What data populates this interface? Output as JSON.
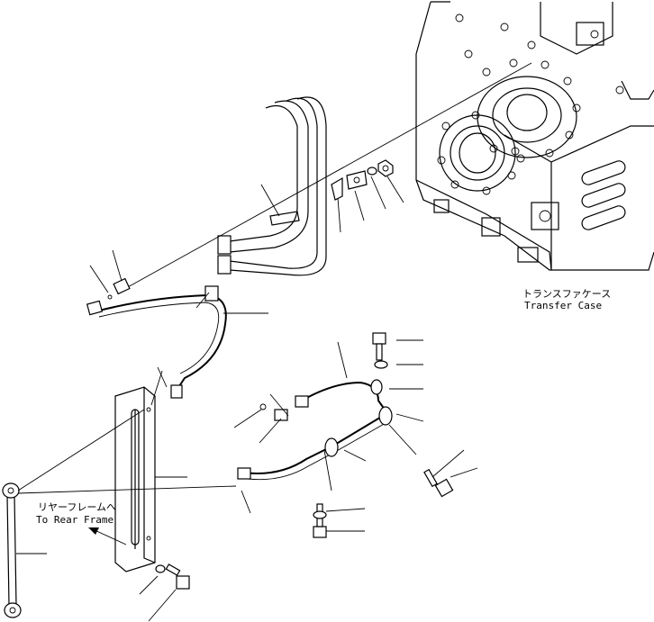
{
  "labels": {
    "transfer_case_jp": "トランスファケース",
    "transfer_case_en": "Transfer Case",
    "rear_frame_jp": "リヤーフレームへ",
    "rear_frame_en": "To Rear Frame"
  }
}
